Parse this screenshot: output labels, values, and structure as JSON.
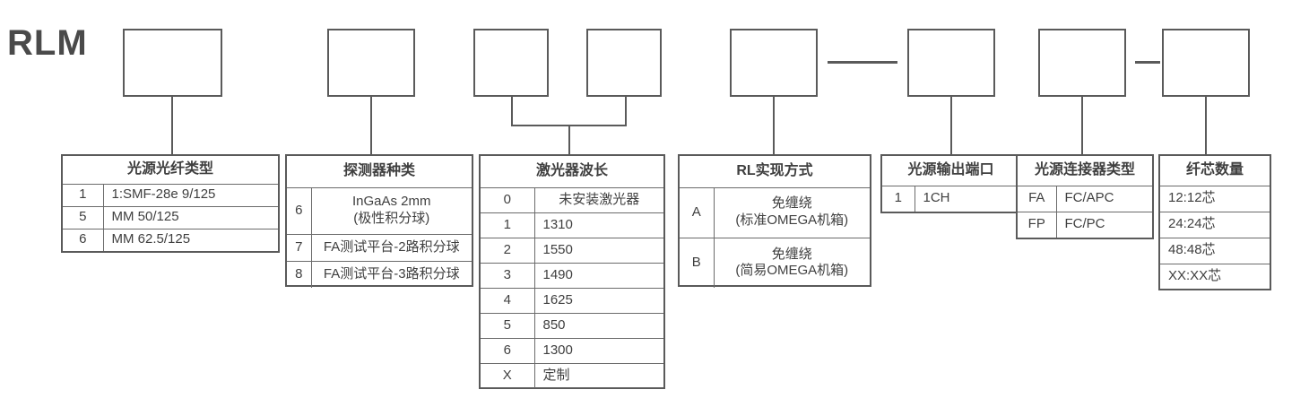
{
  "title": "RLM",
  "code_boxes": [
    {
      "name": "fiber-type"
    },
    {
      "name": "detector-type"
    },
    {
      "name": "laser-wavelength-1"
    },
    {
      "name": "laser-wavelength-2"
    },
    {
      "name": "rl-method"
    },
    {
      "name": "output-port"
    },
    {
      "name": "connector-type"
    },
    {
      "name": "fiber-count"
    }
  ],
  "separators": [
    "—",
    "—"
  ],
  "tables": [
    {
      "id": "source-fiber-type",
      "header": "光源光纤类型",
      "has_code_column": true,
      "rows": [
        {
          "code": "1",
          "value": "1:SMF-28e 9/125"
        },
        {
          "code": "5",
          "value": "MM 50/125"
        },
        {
          "code": "6",
          "value": "MM 62.5/125"
        }
      ]
    },
    {
      "id": "detector-type",
      "header": "探测器种类",
      "has_code_column": true,
      "rows": [
        {
          "code": "6",
          "value": "InGaAs 2mm\n(极性积分球)"
        },
        {
          "code": "7",
          "value": "FA测试平台-2路积分球"
        },
        {
          "code": "8",
          "value": "FA测试平台-3路积分球"
        }
      ]
    },
    {
      "id": "laser-wavelength",
      "header": "激光器波长",
      "has_code_column": true,
      "rows": [
        {
          "code": "0",
          "value": "未安装激光器"
        },
        {
          "code": "1",
          "value": "1310"
        },
        {
          "code": "2",
          "value": "1550"
        },
        {
          "code": "3",
          "value": "1490"
        },
        {
          "code": "4",
          "value": "1625"
        },
        {
          "code": "5",
          "value": "850"
        },
        {
          "code": "6",
          "value": "1300"
        },
        {
          "code": "X",
          "value": "定制"
        }
      ]
    },
    {
      "id": "rl-method",
      "header": "RL实现方式",
      "has_code_column": true,
      "rows": [
        {
          "code": "A",
          "value": "免缠绕\n(标准OMEGA机箱)"
        },
        {
          "code": "B",
          "value": "免缠绕\n(简易OMEGA机箱)"
        }
      ]
    },
    {
      "id": "source-output-port",
      "header": "光源输出端口",
      "has_code_column": true,
      "rows": [
        {
          "code": "1",
          "value": "1CH"
        }
      ]
    },
    {
      "id": "source-connector-type",
      "header": "光源连接器类型",
      "has_code_column": true,
      "rows": [
        {
          "code": "FA",
          "value": "FC/APC"
        },
        {
          "code": "FP",
          "value": "FC/PC"
        }
      ]
    },
    {
      "id": "fiber-core-count",
      "header": "纤芯数量",
      "has_code_column": false,
      "rows": [
        {
          "code": "",
          "value": "12:12芯"
        },
        {
          "code": "",
          "value": "24:24芯"
        },
        {
          "code": "",
          "value": "48:48芯"
        },
        {
          "code": "",
          "value": "XX:XX芯"
        }
      ]
    }
  ]
}
